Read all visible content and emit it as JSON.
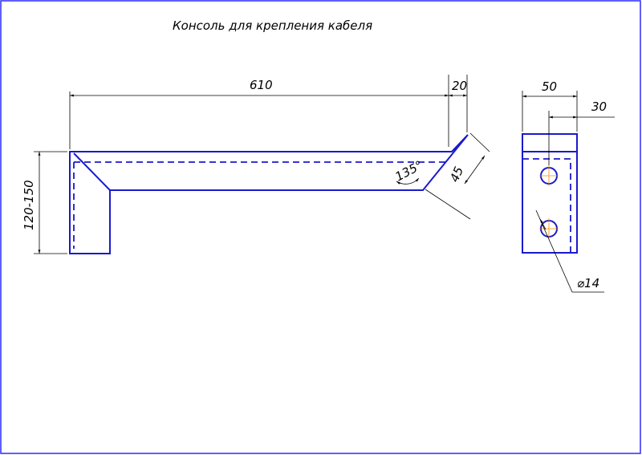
{
  "drawing": {
    "title": "Консоль для крепления кабеля",
    "colors": {
      "part": "#1a1acc",
      "frame": "#2a2aff",
      "dimension": "#000000",
      "center_mark": "#ff8c00"
    },
    "dimensions": {
      "length": "610",
      "tip": "20",
      "height": "120-150",
      "angle": "135°",
      "tip_edge": "45",
      "plate_width": "50",
      "hole_offset": "30",
      "hole_diameter": "⌀14"
    }
  }
}
